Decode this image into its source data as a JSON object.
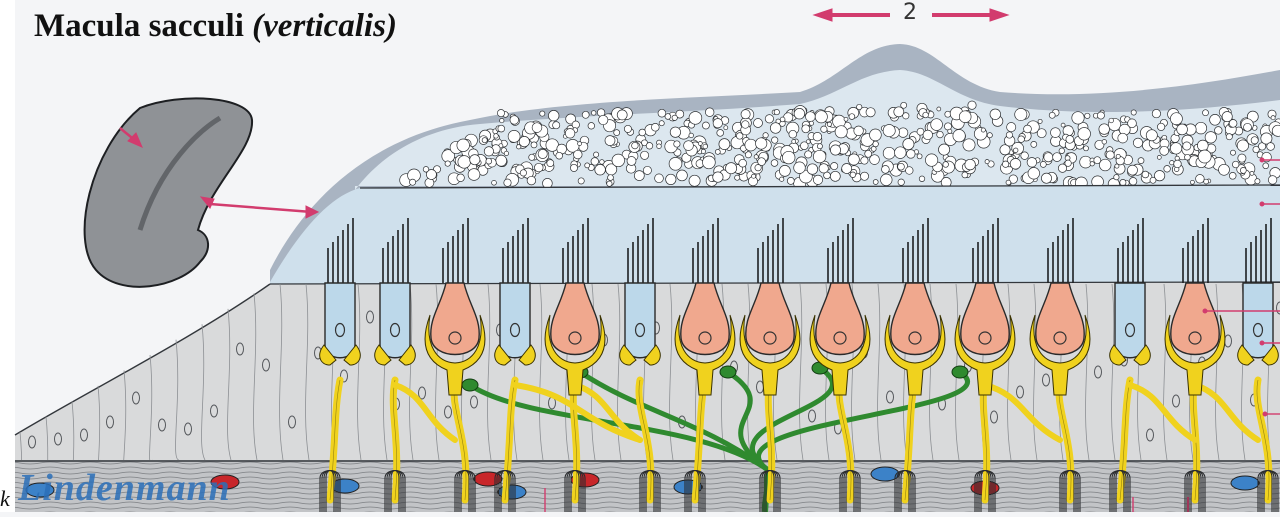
{
  "title": {
    "main": "Macula sacculi",
    "qualifier": "(verticalis)"
  },
  "scale_label": "2",
  "signature": "Lindenmann",
  "edge_letter": "k",
  "colors": {
    "membrane": "#a9b4c2",
    "otoconia_layer": "#d8e4ec",
    "gel_layer": "#cfe0ec",
    "supporting_epithelium": "#d9dadb",
    "hair_cell_type1": "#f0a88e",
    "hair_cell_type2": "#bcd8ea",
    "afferent_nerve": "#f0d21e",
    "efferent_nerve": "#2f8a2f",
    "arrow": "#d23c6e",
    "blood_red": "#c8262a",
    "blood_blue": "#3c82c8",
    "sac_icon": "#8f9296"
  }
}
